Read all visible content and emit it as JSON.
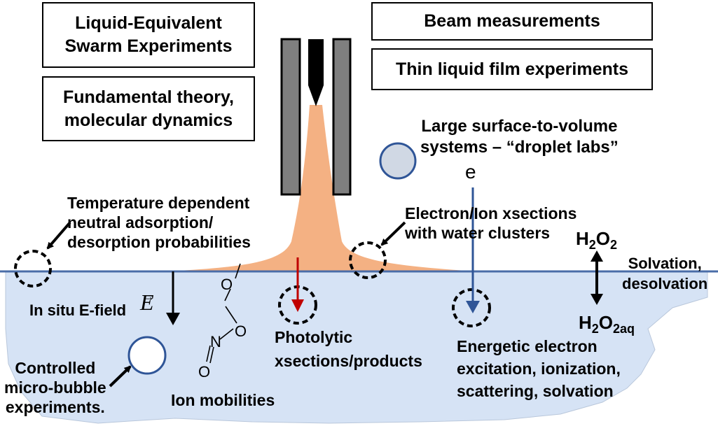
{
  "boxes": {
    "swarm_l1": "Liquid-Equivalent",
    "swarm_l2": "Swarm Experiments",
    "theory_l1": "Fundamental theory,",
    "theory_l2": "molecular dynamics",
    "beam": "Beam measurements",
    "thin_film": "Thin liquid film experiments"
  },
  "labels": {
    "droplet_l1": "Large surface-to-volume",
    "droplet_l2": "systems – “droplet labs”",
    "electron_symbol": "e",
    "temp_l1": "Temperature dependent",
    "temp_l2": "neutral adsorption/",
    "temp_l3": "desorption probabilities",
    "xsec_l1": "Electron/Ion xsections",
    "xsec_l2": "with water clusters",
    "h2o2_main": "H",
    "h2o2_sub1": "2",
    "h2o2_o": "O",
    "h2o2_sub2": "2",
    "h2o2aq_main": "H",
    "h2o2aq_sub1": "2",
    "h2o2aq_o": "O",
    "h2o2aq_sub2": "2aq",
    "solvation_l1": "Solvation,",
    "solvation_l2": "desolvation",
    "efield_text": "In situ E-field",
    "efield_symbol": "E",
    "photo_l1": "Photolytic",
    "photo_l2": "xsections/products",
    "energetic_l1": "Energetic electron",
    "energetic_l2": "excitation,  ionization,",
    "energetic_l3": "scattering, solvation",
    "bubble_l1": "Controlled",
    "bubble_l2": "micro-bubble",
    "bubble_l3": "experiments.",
    "ion_mob": "Ion mobilities",
    "mol_o1": "O",
    "mol_o2": "O",
    "mol_o3": "O",
    "mol_n": "N"
  },
  "colors": {
    "liquid": "#d6e3f5",
    "surface_line": "#4a6da8",
    "plasma": "#f4b183",
    "electrode": "#7f7f7f",
    "photon_arrow": "#c00000",
    "electron_arrow": "#2f5597",
    "droplet": "#d0d8e4"
  }
}
